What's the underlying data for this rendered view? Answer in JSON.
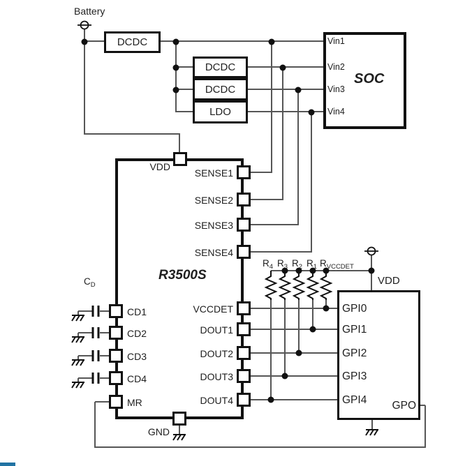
{
  "colors": {
    "wire": "#565656",
    "ink": "#111111",
    "text": "#1f1f1f",
    "accent_bar": "#2173a3",
    "background": "#ffffff"
  },
  "labels": {
    "battery": "Battery",
    "dcdc1": "DCDC",
    "dcdc2": "DCDC",
    "dcdc3": "DCDC",
    "ldo": "LDO",
    "soc": "SOC",
    "soc_pins": [
      "Vin1",
      "Vin2",
      "Vin3",
      "Vin4"
    ],
    "chip": "R3500S",
    "chip_vdd": "VDD",
    "chip_gnd": "GND",
    "sense_pins": [
      "SENSE1",
      "SENSE2",
      "SENSE3",
      "SENSE4"
    ],
    "out_pins": [
      "VCCDET",
      "DOUT1",
      "DOUT2",
      "DOUT3",
      "DOUT4"
    ],
    "cd_pins": [
      "CD1",
      "CD2",
      "CD3",
      "CD4"
    ],
    "mr_pin": "MR",
    "cap": {
      "base": "C",
      "sub": "D"
    },
    "resistors": [
      {
        "base": "R",
        "sub": "4"
      },
      {
        "base": "R",
        "sub": "3"
      },
      {
        "base": "R",
        "sub": "2"
      },
      {
        "base": "R",
        "sub": "1"
      },
      {
        "base": "R",
        "sub": "VCCDET"
      }
    ],
    "vdd_right": "VDD",
    "gpi_pins": [
      "GPI0",
      "GPI1",
      "GPI2",
      "GPI3",
      "GPI4"
    ],
    "gpo": "GPO"
  }
}
